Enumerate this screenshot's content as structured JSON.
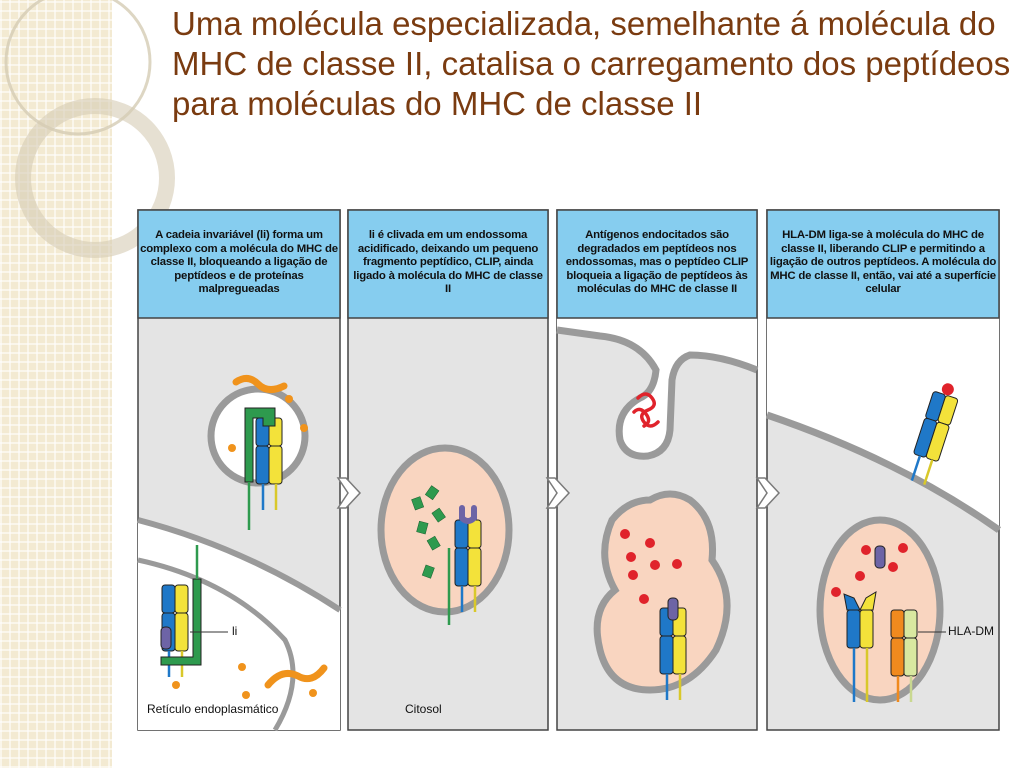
{
  "title": "Uma molécula especializada, semelhante á molécula do MHC de classe II, catalisa o carregamento dos peptídeos para moléculas do MHC de classe II",
  "panels": [
    {
      "caption": "A cadeia invariável (li) forma um complexo com a molécula do MHC de classe II, bloqueando a ligação de peptídeos e de proteínas malpregueadas"
    },
    {
      "caption": "li é clivada em um endossoma acidificado, deixando um pequeno fragmento peptídico, CLIP, ainda ligado à molécula do MHC de classe II"
    },
    {
      "caption": "Antígenos endocitados são degradados em peptídeos nos endossomas, mas o peptídeo CLIP bloqueia a ligação de peptídeos às moléculas do MHC de classe II"
    },
    {
      "caption": "HLA-DM liga-se à molécula do MHC de classe II, liberando CLIP e permitindo a ligação de outros peptídeos. A molécula do MHC de classe II, então, vai até a superfície celular"
    }
  ],
  "labels": {
    "ii": "li",
    "er": "Retículo endoplasmático",
    "cytosol": "Citosol",
    "hla_dm": "HLA-DM"
  },
  "colors": {
    "title": "#7a3b10",
    "caption_bg": "#86cdef",
    "cytosol": "#e4e4e4",
    "endosome_acidic": "#f9d5c0",
    "membrane": "#9a9a9a",
    "alpha_chain": "#f3e23a",
    "beta_chain": "#1f78c8",
    "invariant_chain": "#2e9a4e",
    "clip": "#6d64a6",
    "peptide": "#e0232b",
    "hla_dm": "#f08a1e",
    "hla_dm_light": "#d9e8a0",
    "misfolded_protein": "#f0931c"
  }
}
